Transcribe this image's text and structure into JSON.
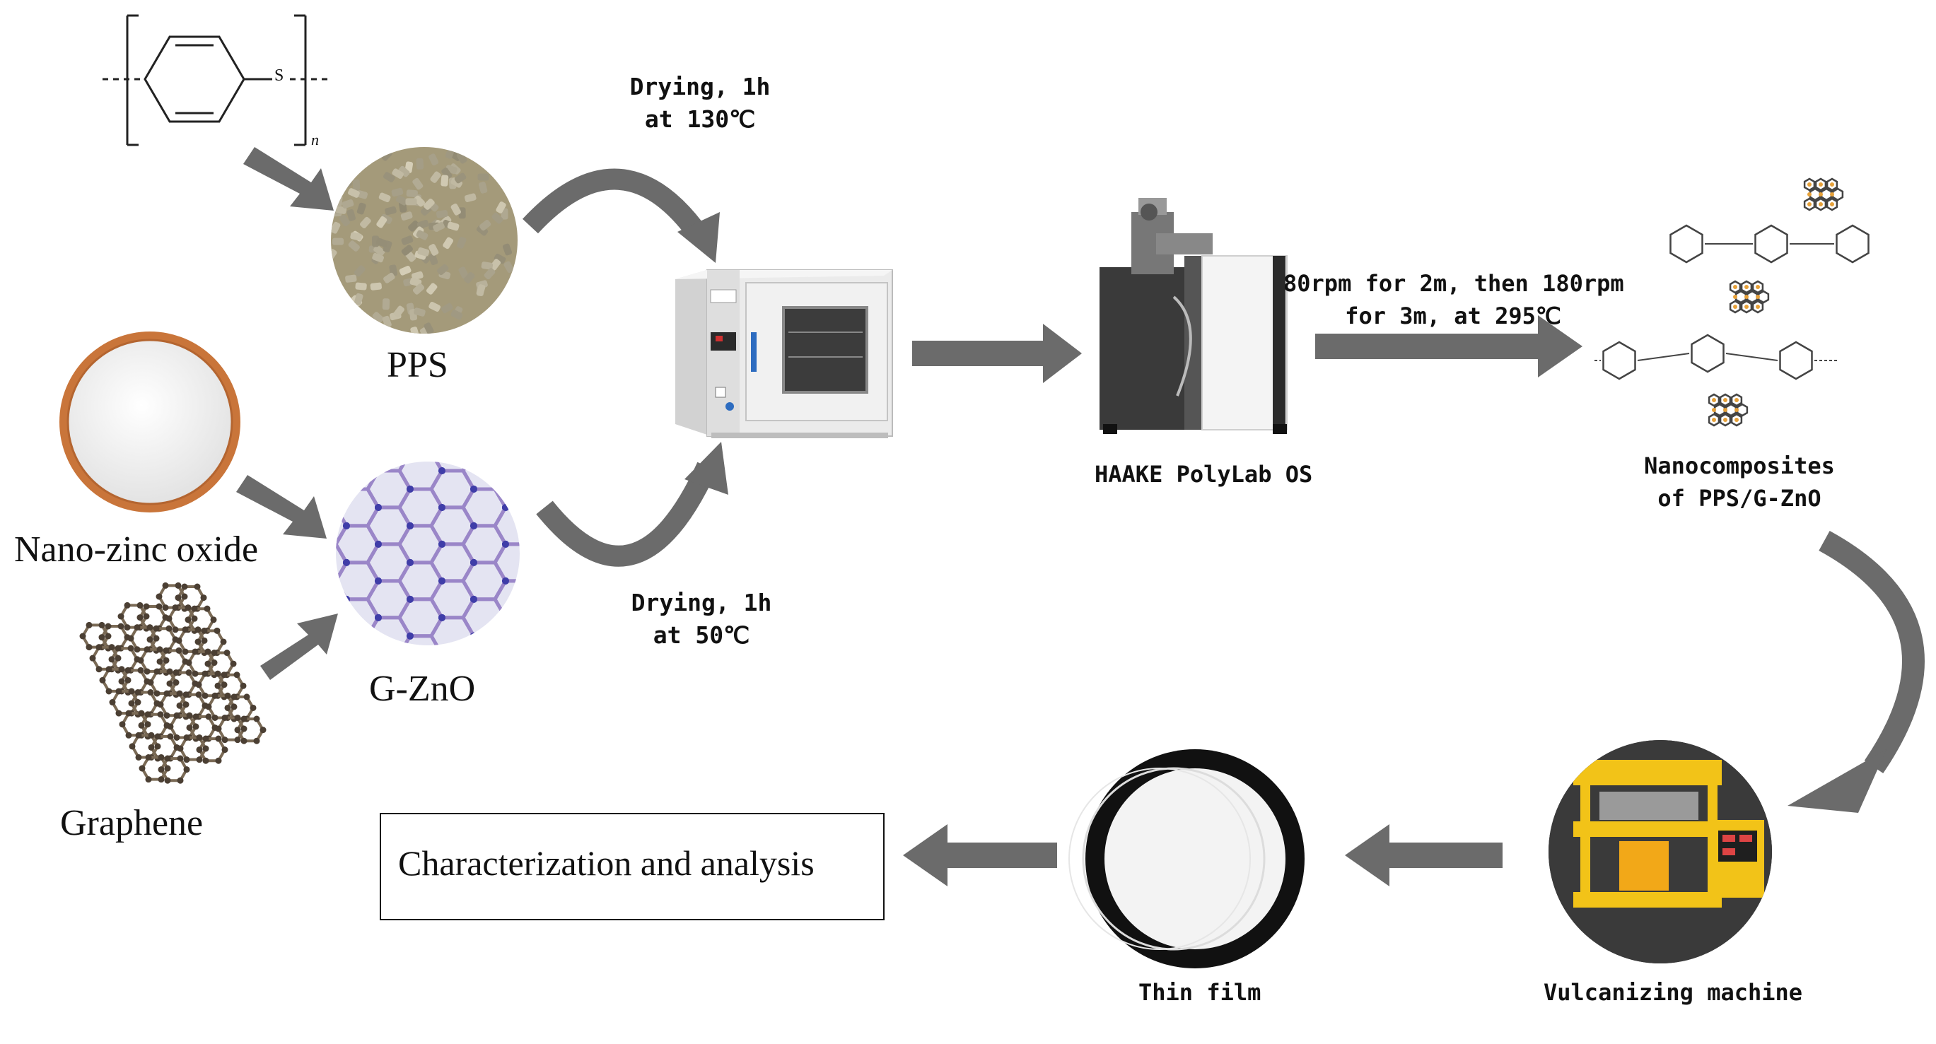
{
  "diagram": {
    "colors": {
      "arrow": "#6b6b6b",
      "text": "#111111",
      "pps_pellets": "#a49a7a",
      "zno_powder": "#f4f4f4",
      "bowl": "#c9753a",
      "lattice_bond": "#9a86c8",
      "lattice_node": "#3f3da8",
      "gzno_bg": "#e4e4f2",
      "graphene_atom": "#4b3f33",
      "oven_body": "#ebebeb",
      "haake_dark": "#3a3a3a",
      "press_yellow": "#f2c318",
      "film": "#f5f5f5"
    },
    "labels": {
      "pps": "PPS",
      "nano_zinc_oxide": "Nano-zinc oxide",
      "gzno": "G-ZnO",
      "graphene": "Graphene",
      "drying_top_1": "Drying, 1h",
      "drying_top_2": "at 130℃",
      "drying_bottom_1": "Drying, 1h",
      "drying_bottom_2": "at 50℃",
      "haake": "HAAKE PolyLab OS",
      "mixing_1": "80rpm for 2m, then 180rpm",
      "mixing_2": "for 3m, at 295℃",
      "nanocomposites_1": "Nanocomposites",
      "nanocomposites_2": "of PPS/G-ZnO",
      "vulcanizing": "Vulcanizing machine",
      "thin_film": "Thin film",
      "characterization": "Characterization and analysis",
      "polymer_sulfur": "S",
      "polymer_n": "n"
    }
  }
}
